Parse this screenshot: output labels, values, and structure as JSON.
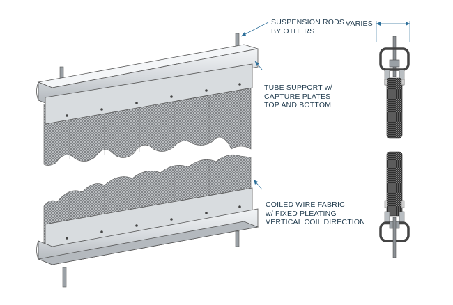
{
  "callouts": {
    "suspension": {
      "lines": [
        "SUSPENSION RODS",
        "BY OTHERS"
      ]
    },
    "tube": {
      "lines": [
        "TUBE SUPPORT w/",
        "CAPTURE PLATES",
        "TOP AND BOTTOM"
      ]
    },
    "fabric": {
      "lines": [
        "COILED WIRE FABRIC",
        "w/ FIXED PLEATING",
        "VERTICAL COIL DIRECTION"
      ]
    },
    "varies": {
      "label": "VARIES"
    }
  },
  "colors": {
    "text": "#1f3a4d",
    "leader": "#2d6f9a",
    "metal_light": "#eceff2",
    "metal_mid": "#c9ced3",
    "metal_dark": "#8d9399",
    "mesh_dark": "#3e3e3e",
    "mesh_light": "#b8bcc0"
  }
}
